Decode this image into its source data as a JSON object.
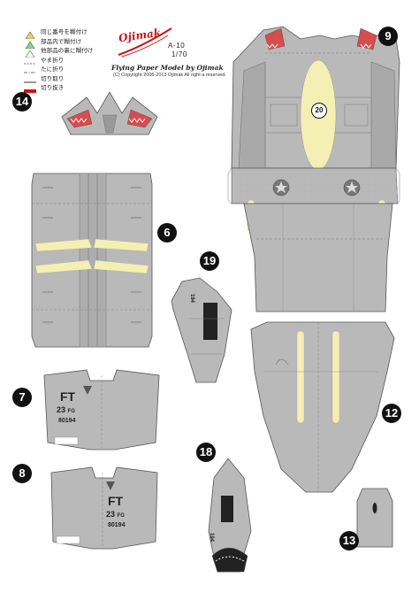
{
  "legend": {
    "items": [
      {
        "symbol": "warning-triangle-yellow",
        "text": "同じ番号を糊付け"
      },
      {
        "symbol": "warning-triangle-green",
        "text": "部品内で糊付け"
      },
      {
        "symbol": "warning-triangle-white",
        "text": "他部品の裏に糊付け"
      },
      {
        "symbol": "dash-line",
        "text": "やま折り"
      },
      {
        "symbol": "dash-dot-line",
        "text": "たに折り"
      },
      {
        "symbol": "solid-line",
        "text": "切り取り"
      },
      {
        "symbol": "red-bar",
        "text": "切り抜き"
      }
    ]
  },
  "header": {
    "brand": "Ojimak",
    "model": "A-10",
    "scale": "1/70",
    "tagline": "Flying Paper Model by Ojimak",
    "copyright": "(C) Copyright 2006-2013 Ojimak All right a reserved."
  },
  "parts": {
    "p9": "9",
    "p14": "14",
    "p6": "6",
    "p19": "19",
    "p7": "7",
    "p8": "8",
    "p12": "12",
    "p18": "18",
    "p13": "13",
    "glue_tab_20": "20"
  },
  "markings": {
    "tail_code": "FT",
    "group": "23",
    "group_suffix": "FG",
    "serial": "80194",
    "side_code": "194"
  },
  "colors": {
    "panel_gray": "#b9b9b9",
    "outline": "#555555",
    "glue_yellow": "#f4efb3",
    "number_bg": "#111111",
    "brand_red": "#c4171b"
  }
}
